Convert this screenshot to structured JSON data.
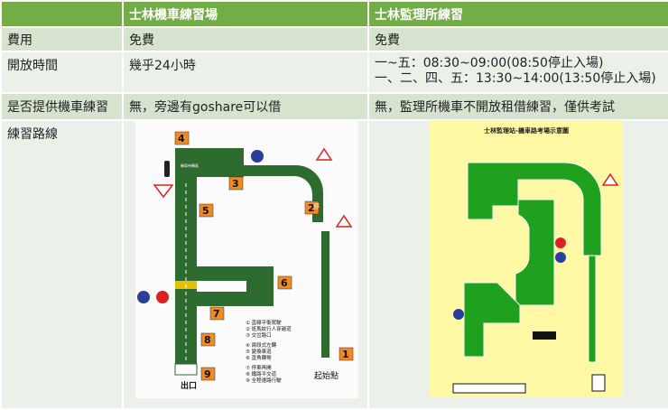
{
  "table": {
    "headers": [
      "",
      "士林機車練習場",
      "士林監理所練習"
    ],
    "rows": [
      {
        "label": "費用",
        "col1": "免費",
        "col2": "免費"
      },
      {
        "label": "開放時間",
        "col1": "幾乎24小時",
        "col2_lines": [
          "一~五：08:30~09:00(08:50停止入場)",
          "一、二、四、五：13:30~14:00(13:50停止入場)"
        ]
      },
      {
        "label": "是否提供機車練習",
        "col1": "無，旁邊有goshare可以借",
        "col2": "無，監理所機車不開放租借練習，僅供考試"
      },
      {
        "label": "練習路線"
      }
    ]
  },
  "left_map": {
    "station_numbers": [
      "1",
      "2",
      "3",
      "4",
      "5",
      "6",
      "7",
      "8",
      "9"
    ],
    "start_label": "起始點",
    "exit_label": "出口",
    "waiting_zone": "機車待轉區",
    "stop_mark": "停",
    "legend": [
      "① 直線平衡駕駛",
      "② 斑馬紋行人穿越道",
      "③ 交岔路口",
      "④ 兩段式左轉",
      "⑤ 變換車道",
      "⑥ 直角轉彎",
      "⑦ 停車再開",
      "⑧ 鐵路平交道",
      "⑨ 全程遵路行駛"
    ],
    "colors": {
      "road": "#2e6b2e",
      "number_box": "#f08a24"
    }
  },
  "right_map": {
    "title": "士林監理站-機車路考場示意圖",
    "colors": {
      "background": "#fff9a6",
      "road": "#1fa11f"
    }
  }
}
